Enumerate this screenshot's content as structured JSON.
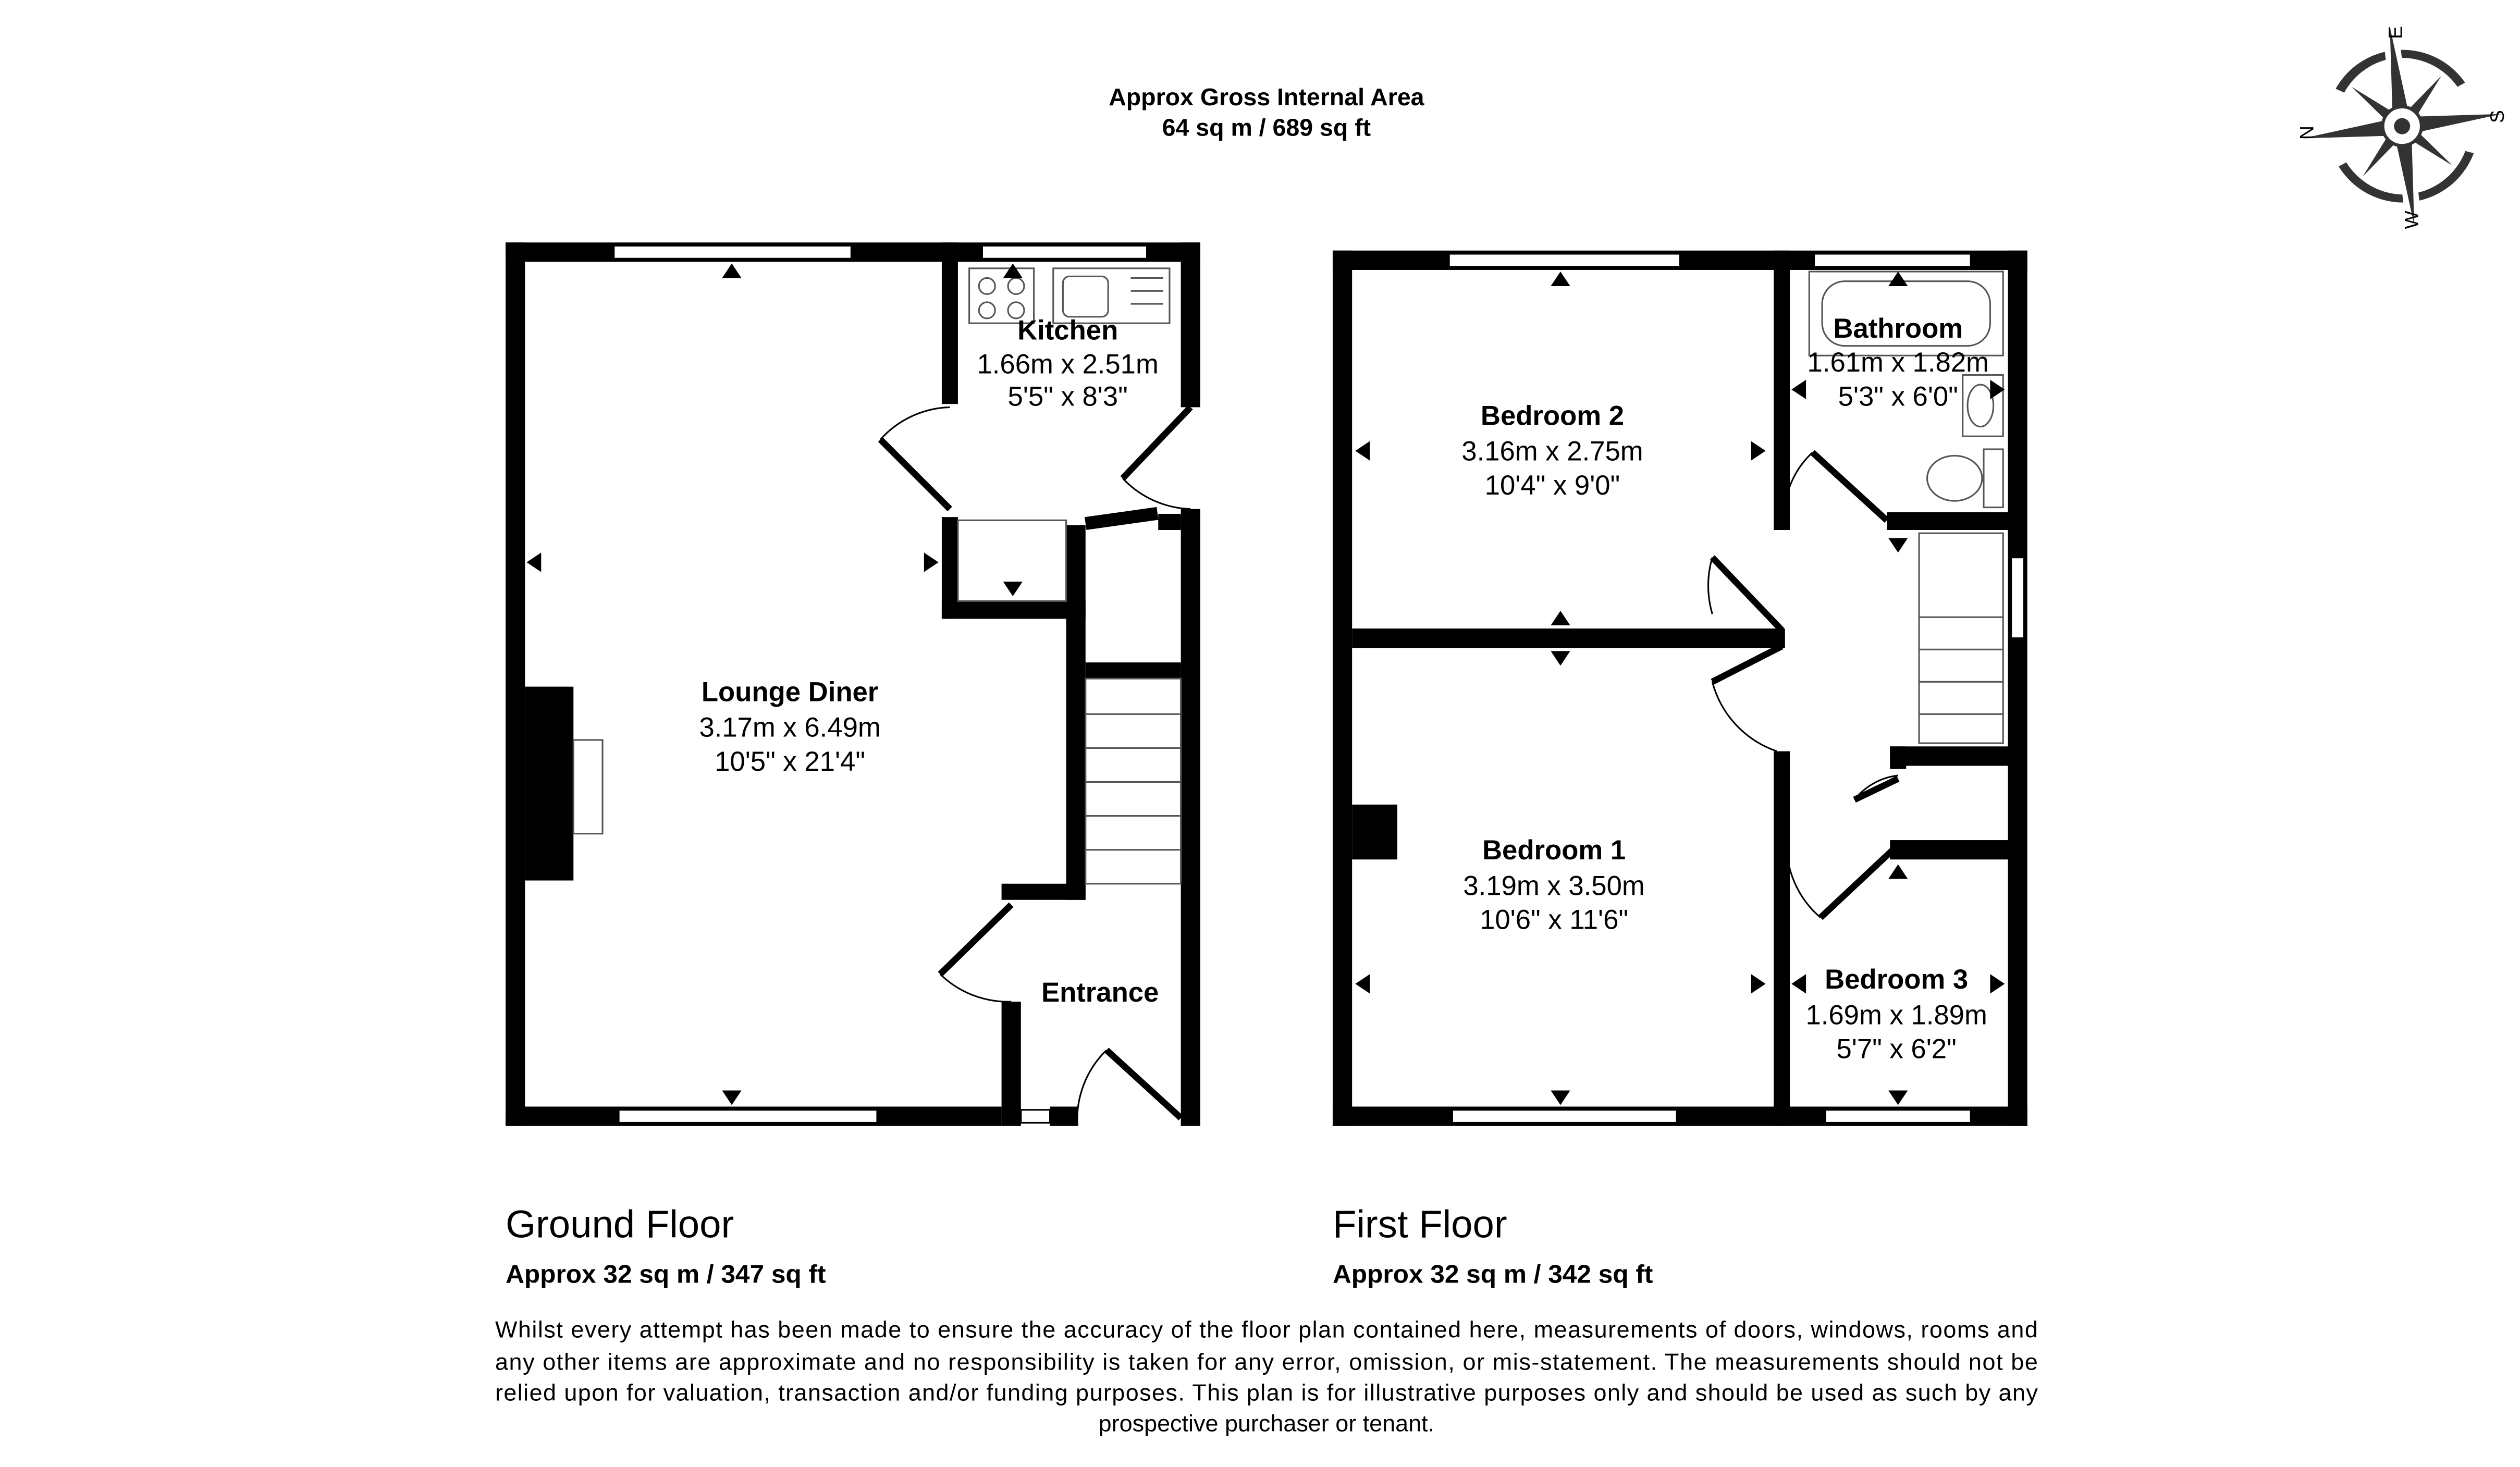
{
  "header": {
    "title_line1": "Approx Gross Internal Area",
    "title_line2": "64 sq m / 689 sq ft"
  },
  "compass": {
    "icon": "compass-rose-icon",
    "north": "N",
    "east": "E",
    "south": "S",
    "west": "W",
    "color": "#333333"
  },
  "ground_floor": {
    "label": "Ground Floor",
    "area": "Approx 32 sq m / 347 sq ft",
    "rooms": [
      {
        "name": "Kitchen",
        "metric": "1.66m x 2.51m",
        "imperial": "5'5\" x 8'3\""
      },
      {
        "name": "Lounge Diner",
        "metric": "3.17m x 6.49m",
        "imperial": "10'5\" x 21'4\""
      },
      {
        "name": "Entrance"
      }
    ]
  },
  "first_floor": {
    "label": "First Floor",
    "area": "Approx 32 sq m / 342 sq ft",
    "rooms": [
      {
        "name": "Bedroom 2",
        "metric": "3.16m x 2.75m",
        "imperial": "10'4\" x 9'0\""
      },
      {
        "name": "Bathroom",
        "metric": "1.61m x 1.82m",
        "imperial": "5'3\" x 6'0\""
      },
      {
        "name": "Bedroom 1",
        "metric": "3.19m x 3.50m",
        "imperial": "10'6\" x 11'6\""
      },
      {
        "name": "Bedroom 3",
        "metric": "1.69m x 1.89m",
        "imperial": "5'7\" x 6'2\""
      }
    ]
  },
  "disclaimer": [
    "Whilst every attempt has been made to ensure the accuracy of the floor plan contained here, measurements of doors, windows, rooms and",
    "any other items are approximate and no responsibility is taken for any error, omission, or mis-statement. The measurements should not be",
    "relied upon for valuation, transaction and/or funding purposes. This plan is for illustrative purposes only and should be used as such by any",
    "prospective purchaser or tenant."
  ]
}
